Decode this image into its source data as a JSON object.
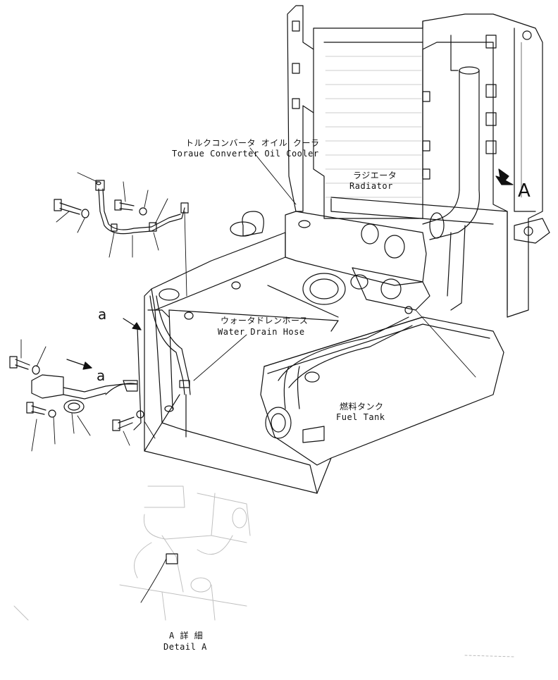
{
  "labels": {
    "torque_converter_jp": "トルクコンバータ オイル クーラ",
    "torque_converter_en": "Toraue Converter Oil Cooler",
    "radiator_jp": "ラジエータ",
    "radiator_en": "Radiator",
    "water_drain_jp": "ウォータドレンホース",
    "water_drain_en": "Water Drain Hose",
    "fuel_tank_jp": "燃料タンク",
    "fuel_tank_en": "Fuel Tank",
    "detail_jp": "A 詳 細",
    "detail_en": "Detail A",
    "view_a": "A",
    "ref_a_top": "a",
    "ref_a_left": "a"
  },
  "colors": {
    "line": "#111111",
    "faint": "#bdbdbd",
    "background": "#ffffff"
  }
}
